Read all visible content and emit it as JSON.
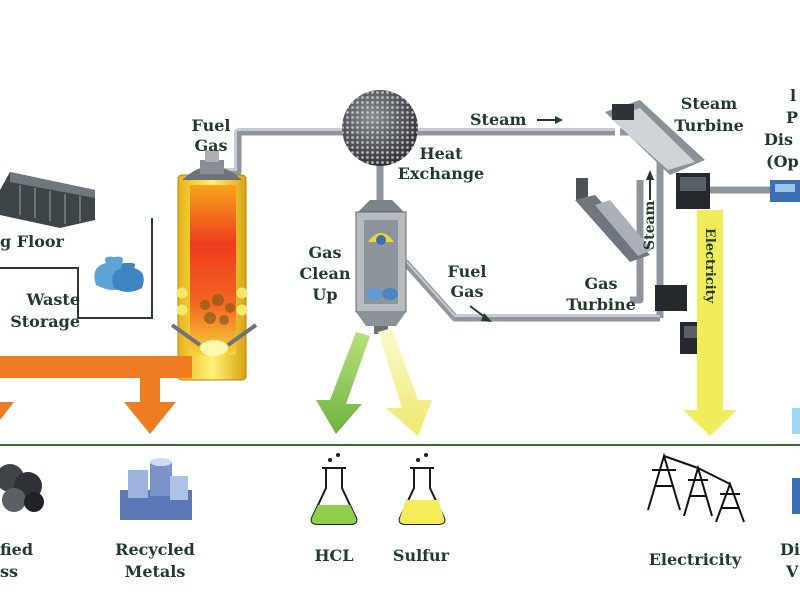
{
  "labels": {
    "tipping_floor": "g Floor",
    "waste_storage_1": "Waste",
    "waste_storage_2": "Storage",
    "fuel_gas_top_1": "Fuel",
    "fuel_gas_top_2": "Gas",
    "steam_top": "Steam",
    "heat_exchange_1": "Heat",
    "heat_exchange_2": "Exchange",
    "gas_cleanup_1": "Gas",
    "gas_cleanup_2": "Clean",
    "gas_cleanup_3": "Up",
    "fuel_gas_mid_1": "Fuel",
    "fuel_gas_mid_2": "Gas",
    "steam_turbine_1": "Steam",
    "steam_turbine_2": "Turbine",
    "gas_turbine_1": "Gas",
    "gas_turbine_2": "Turbine",
    "steam_vertical": "Steam",
    "electricity_vertical": "Electricity",
    "dist_1": "l",
    "dist_2": "P",
    "dist_3": "Dis",
    "dist_4": "(Op",
    "vitrified_1": "fied",
    "vitrified_2": "ss",
    "recycled_metals_1": "Recycled",
    "recycled_metals_2": "Metals",
    "hcl": "HCL",
    "sulfur": "Sulfur",
    "electricity_bottom": "Electricity",
    "dist_water_1": "Di",
    "dist_water_2": "V"
  },
  "colors": {
    "pipe": "#9aa0a8",
    "orange_arrow": "#f07c21",
    "green_arrow": "#7cc242",
    "yellow_arrow": "#eef07a",
    "electricity_bar": "#f1ec5a",
    "ground_line": "#3f6b2a",
    "text": "#1f3b2b"
  }
}
